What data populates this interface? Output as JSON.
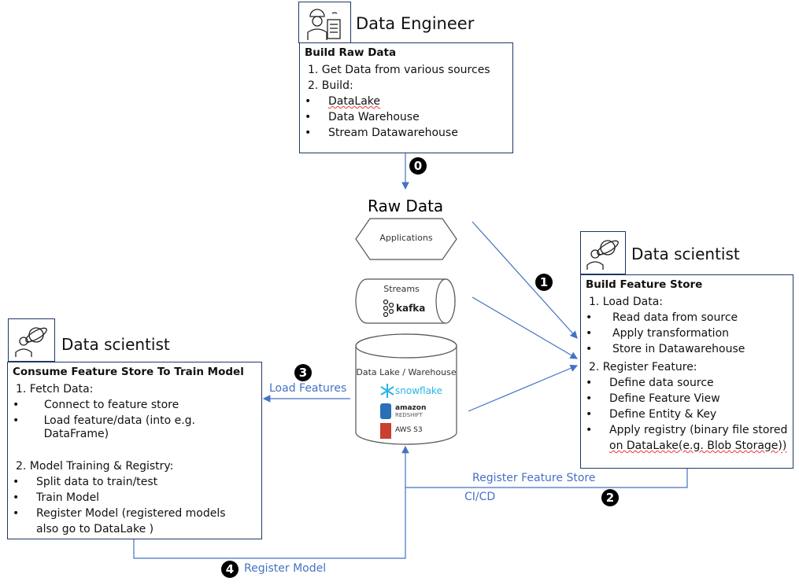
{
  "engineer": {
    "role": "Data Engineer",
    "icon": "engineer-icon",
    "title": "Build Raw Data",
    "lines": [
      "1. Get Data from various sources",
      "2. Build:"
    ],
    "bullets": [
      "DataLake",
      "Data Warehouse",
      "Stream Datawarehouse"
    ]
  },
  "raw_data": {
    "title": "Raw Data",
    "applications": "Applications",
    "streams": "Streams",
    "kafka": "kafka",
    "lake": "Data Lake / Warehouse",
    "snowflake": "snowflake",
    "redshift_1": "amazon",
    "redshift_2": "REDSHIFT",
    "s3": "AWS S3"
  },
  "scientist_right": {
    "role": "Data scientist",
    "icon": "data-scientist-icon",
    "title": "Build Feature Store",
    "step1": "1. Load Data:",
    "bullets1": [
      "Read data from source",
      "Apply transformation",
      "Store in Datawarehouse"
    ],
    "step2": "2. Register Feature:",
    "bullets2": [
      "Define data source",
      "Define Feature View",
      "Define Entity & Key",
      "Apply registry (binary file stored",
      "on DataLake(e.g. Blob Storage))"
    ]
  },
  "scientist_left": {
    "role": "Data scientist",
    "icon": "data-scientist-icon",
    "title": "Consume Feature Store To Train Model",
    "step1": "1. Fetch Data:",
    "bullets1": [
      "Connect to feature store",
      "Load feature/data (into e.g. DataFrame)"
    ],
    "step2": "2. Model Training & Registry:",
    "bullets2": [
      "Split data to train/test",
      "Train Model",
      "Register Model (registered models",
      "also go to DataLake )"
    ]
  },
  "flows": {
    "badge0": "0",
    "badge1": "1",
    "badge2": "2",
    "badge3": "3",
    "badge4": "4",
    "load_features": "Load Features",
    "register_feature_store": "Register Feature Store",
    "cicd": "CI/CD",
    "register_model": "Register Model"
  },
  "colors": {
    "arrow": "#4472c4",
    "border": "#1f3864"
  }
}
